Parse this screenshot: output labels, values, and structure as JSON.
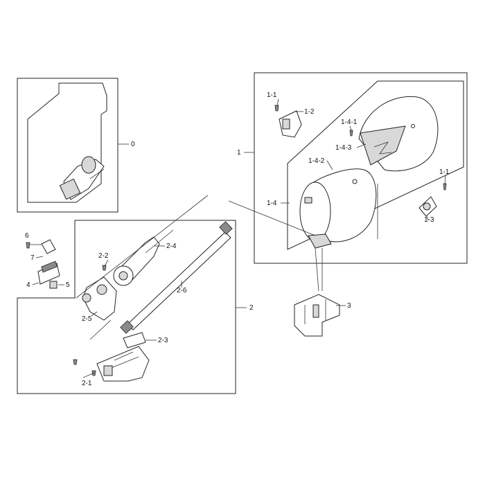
{
  "labels": {
    "l0": "0",
    "l1": "1",
    "l1_1a": "1-1",
    "l1_2": "1-2",
    "l1_4_1": "1-4-1",
    "l1_4_3": "1-4-3",
    "l1_4_2": "1-4-2",
    "l1_1b": "1-1",
    "l1_4": "1-4",
    "l1_3": "1-3",
    "l3": "3",
    "l6": "6",
    "l7": "7",
    "l4": "4",
    "l5": "5",
    "l2_2": "2-2",
    "l2_4": "2-4",
    "l2_6": "2-6",
    "l2": "2",
    "l2_5": "2-5",
    "l2_3": "2-3",
    "l2_1": "2-1"
  },
  "colors": {
    "line": "#222222",
    "background": "#ffffff",
    "shade": "#d8d8d8"
  }
}
